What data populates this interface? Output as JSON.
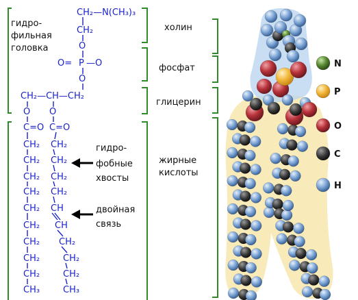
{
  "left_labels": {
    "hydrophilic_head": [
      "гидро-",
      "фильная",
      "головка"
    ],
    "hydrophobic_tails": [
      "гидро-",
      "фобные",
      "хвосты"
    ],
    "double_bond": [
      "двойная",
      "связь"
    ]
  },
  "region_labels": {
    "choline": "холин",
    "phosphate": "фосфат",
    "glycerol": "глицерин",
    "fatty_acids": [
      "жирные",
      "кислоты"
    ]
  },
  "formula": {
    "choline_group": "CH₂—N(CH₃)₃",
    "phosphate_left": "O=",
    "phosphorus": "P",
    "phosphate_right": "—O",
    "glycerol_chain": "CH₂—CH—CH₂",
    "oxygen": "O",
    "carbonyl": "C=O",
    "ch2": "CH₂",
    "ch": "CH",
    "ch3": "CH₃"
  },
  "legend": [
    {
      "symbol": "N",
      "color": "#4a7a2a"
    },
    {
      "symbol": "P",
      "color": "#f2b63a"
    },
    {
      "symbol": "O",
      "color": "#b8323a"
    },
    {
      "symbol": "C",
      "color": "#333333"
    },
    {
      "symbol": "H",
      "color": "#6a96c8"
    }
  ]
}
